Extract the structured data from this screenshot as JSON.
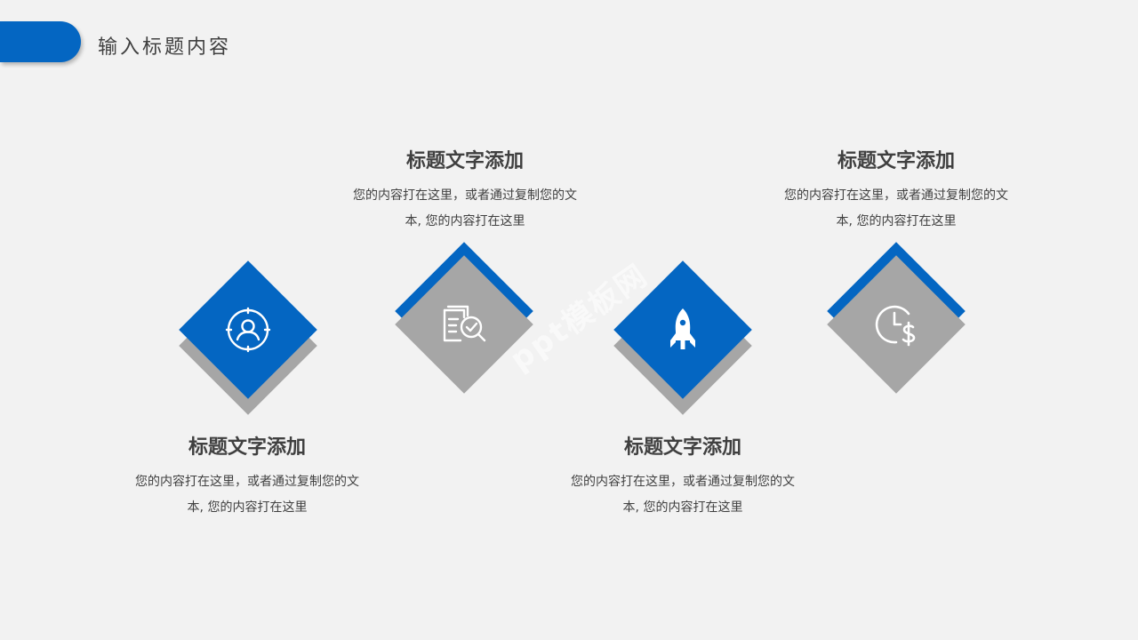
{
  "header": {
    "title": "输入标题内容"
  },
  "colors": {
    "accent": "#0466c2",
    "gray": "#a6a6a6",
    "background": "#f2f2f2",
    "text": "#404040"
  },
  "watermark": "ppt模板网",
  "items": [
    {
      "title": "标题文字添加",
      "desc_line1": "您的内容打在这里，或者通过复制您的文",
      "desc_line2": "本, 您的内容打在这里",
      "icon": "user-target-icon"
    },
    {
      "title": "标题文字添加",
      "desc_line1": "您的内容打在这里，或者通过复制您的文",
      "desc_line2": "本, 您的内容打在这里",
      "icon": "document-search-check-icon"
    },
    {
      "title": "标题文字添加",
      "desc_line1": "您的内容打在这里，或者通过复制您的文",
      "desc_line2": "本, 您的内容打在这里",
      "icon": "rocket-icon"
    },
    {
      "title": "标题文字添加",
      "desc_line1": "您的内容打在这里，或者通过复制您的文",
      "desc_line2": "本, 您的内容打在这里",
      "icon": "clock-dollar-icon"
    }
  ]
}
